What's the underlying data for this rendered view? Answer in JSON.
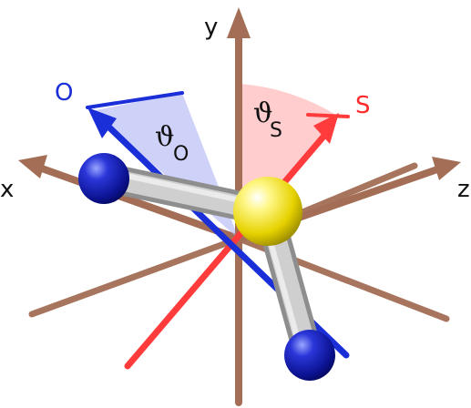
{
  "axes": {
    "x_label": "x",
    "y_label": "y",
    "z_label": "z"
  },
  "vectors": {
    "o": {
      "label": "O",
      "color": "#1a2fd8"
    },
    "s": {
      "label": "S",
      "color": "#ff2a2a"
    }
  },
  "angles": {
    "theta_o": {
      "symbol": "ϑ",
      "subscript": "O"
    },
    "theta_s": {
      "symbol": "ϑ",
      "subscript": "S"
    }
  },
  "colors": {
    "axis": "#b07860",
    "sulfur_atom": "#f2e21a",
    "oxygen_atom": "#1722b8",
    "bond": "#c8c8c8",
    "cone_o": "#aab0f0",
    "cone_s": "#ffb3b3"
  }
}
